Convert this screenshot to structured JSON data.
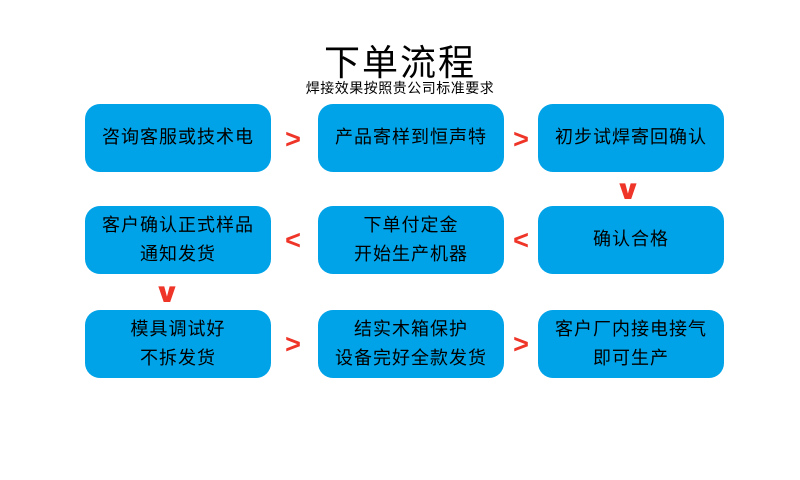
{
  "page": {
    "title": "下单流程",
    "subtitle": "焊接效果按照贵公司标准要求"
  },
  "colors": {
    "box_fill": "#00a3e8",
    "arrow": "#ef3428",
    "text": "#000000",
    "background": "#ffffff"
  },
  "flow": {
    "steps": [
      {
        "id": 1,
        "lines": [
          "咨询客服或技术电",
          ""
        ]
      },
      {
        "id": 2,
        "lines": [
          "产品寄样到恒声特",
          ""
        ]
      },
      {
        "id": 3,
        "lines": [
          "初步试焊寄回确认",
          ""
        ]
      },
      {
        "id": 4,
        "lines": [
          "客户确认正式样品",
          "通知发货"
        ]
      },
      {
        "id": 5,
        "lines": [
          "下单付定金",
          "开始生产机器"
        ]
      },
      {
        "id": 6,
        "lines": [
          "确认合格",
          ""
        ]
      },
      {
        "id": 7,
        "lines": [
          "模具调试好",
          "不拆发货"
        ]
      },
      {
        "id": 8,
        "lines": [
          "结实木箱保护",
          "设备完好全款发货"
        ]
      },
      {
        "id": 9,
        "lines": [
          "客户厂内接电接气",
          "即可生产"
        ]
      }
    ],
    "arrows": [
      {
        "glyph": ">",
        "direction": "right",
        "from": "咨询客服或技术电",
        "to": "产品寄样到恒声特"
      },
      {
        "glyph": ">",
        "direction": "right",
        "from": "产品寄样到恒声特",
        "to": "初步试焊寄回确认"
      },
      {
        "glyph": "∨",
        "direction": "down",
        "from": "初步试焊寄回确认",
        "to": "确认合格"
      },
      {
        "glyph": "<",
        "direction": "left",
        "from": "确认合格",
        "to": "下单付定金 开始生产机器"
      },
      {
        "glyph": "<",
        "direction": "left",
        "from": "下单付定金 开始生产机器",
        "to": "客户确认正式样品 通知发货"
      },
      {
        "glyph": "∨",
        "direction": "down",
        "from": "客户确认正式样品 通知发货",
        "to": "模具调试好 不拆发货"
      },
      {
        "glyph": ">",
        "direction": "right",
        "from": "模具调试好 不拆发货",
        "to": "结实木箱保护 设备完好全款发货"
      },
      {
        "glyph": ">",
        "direction": "right",
        "from": "结实木箱保护 设备完好全款发货",
        "to": "客户厂内接电接气 即可生产"
      }
    ]
  }
}
